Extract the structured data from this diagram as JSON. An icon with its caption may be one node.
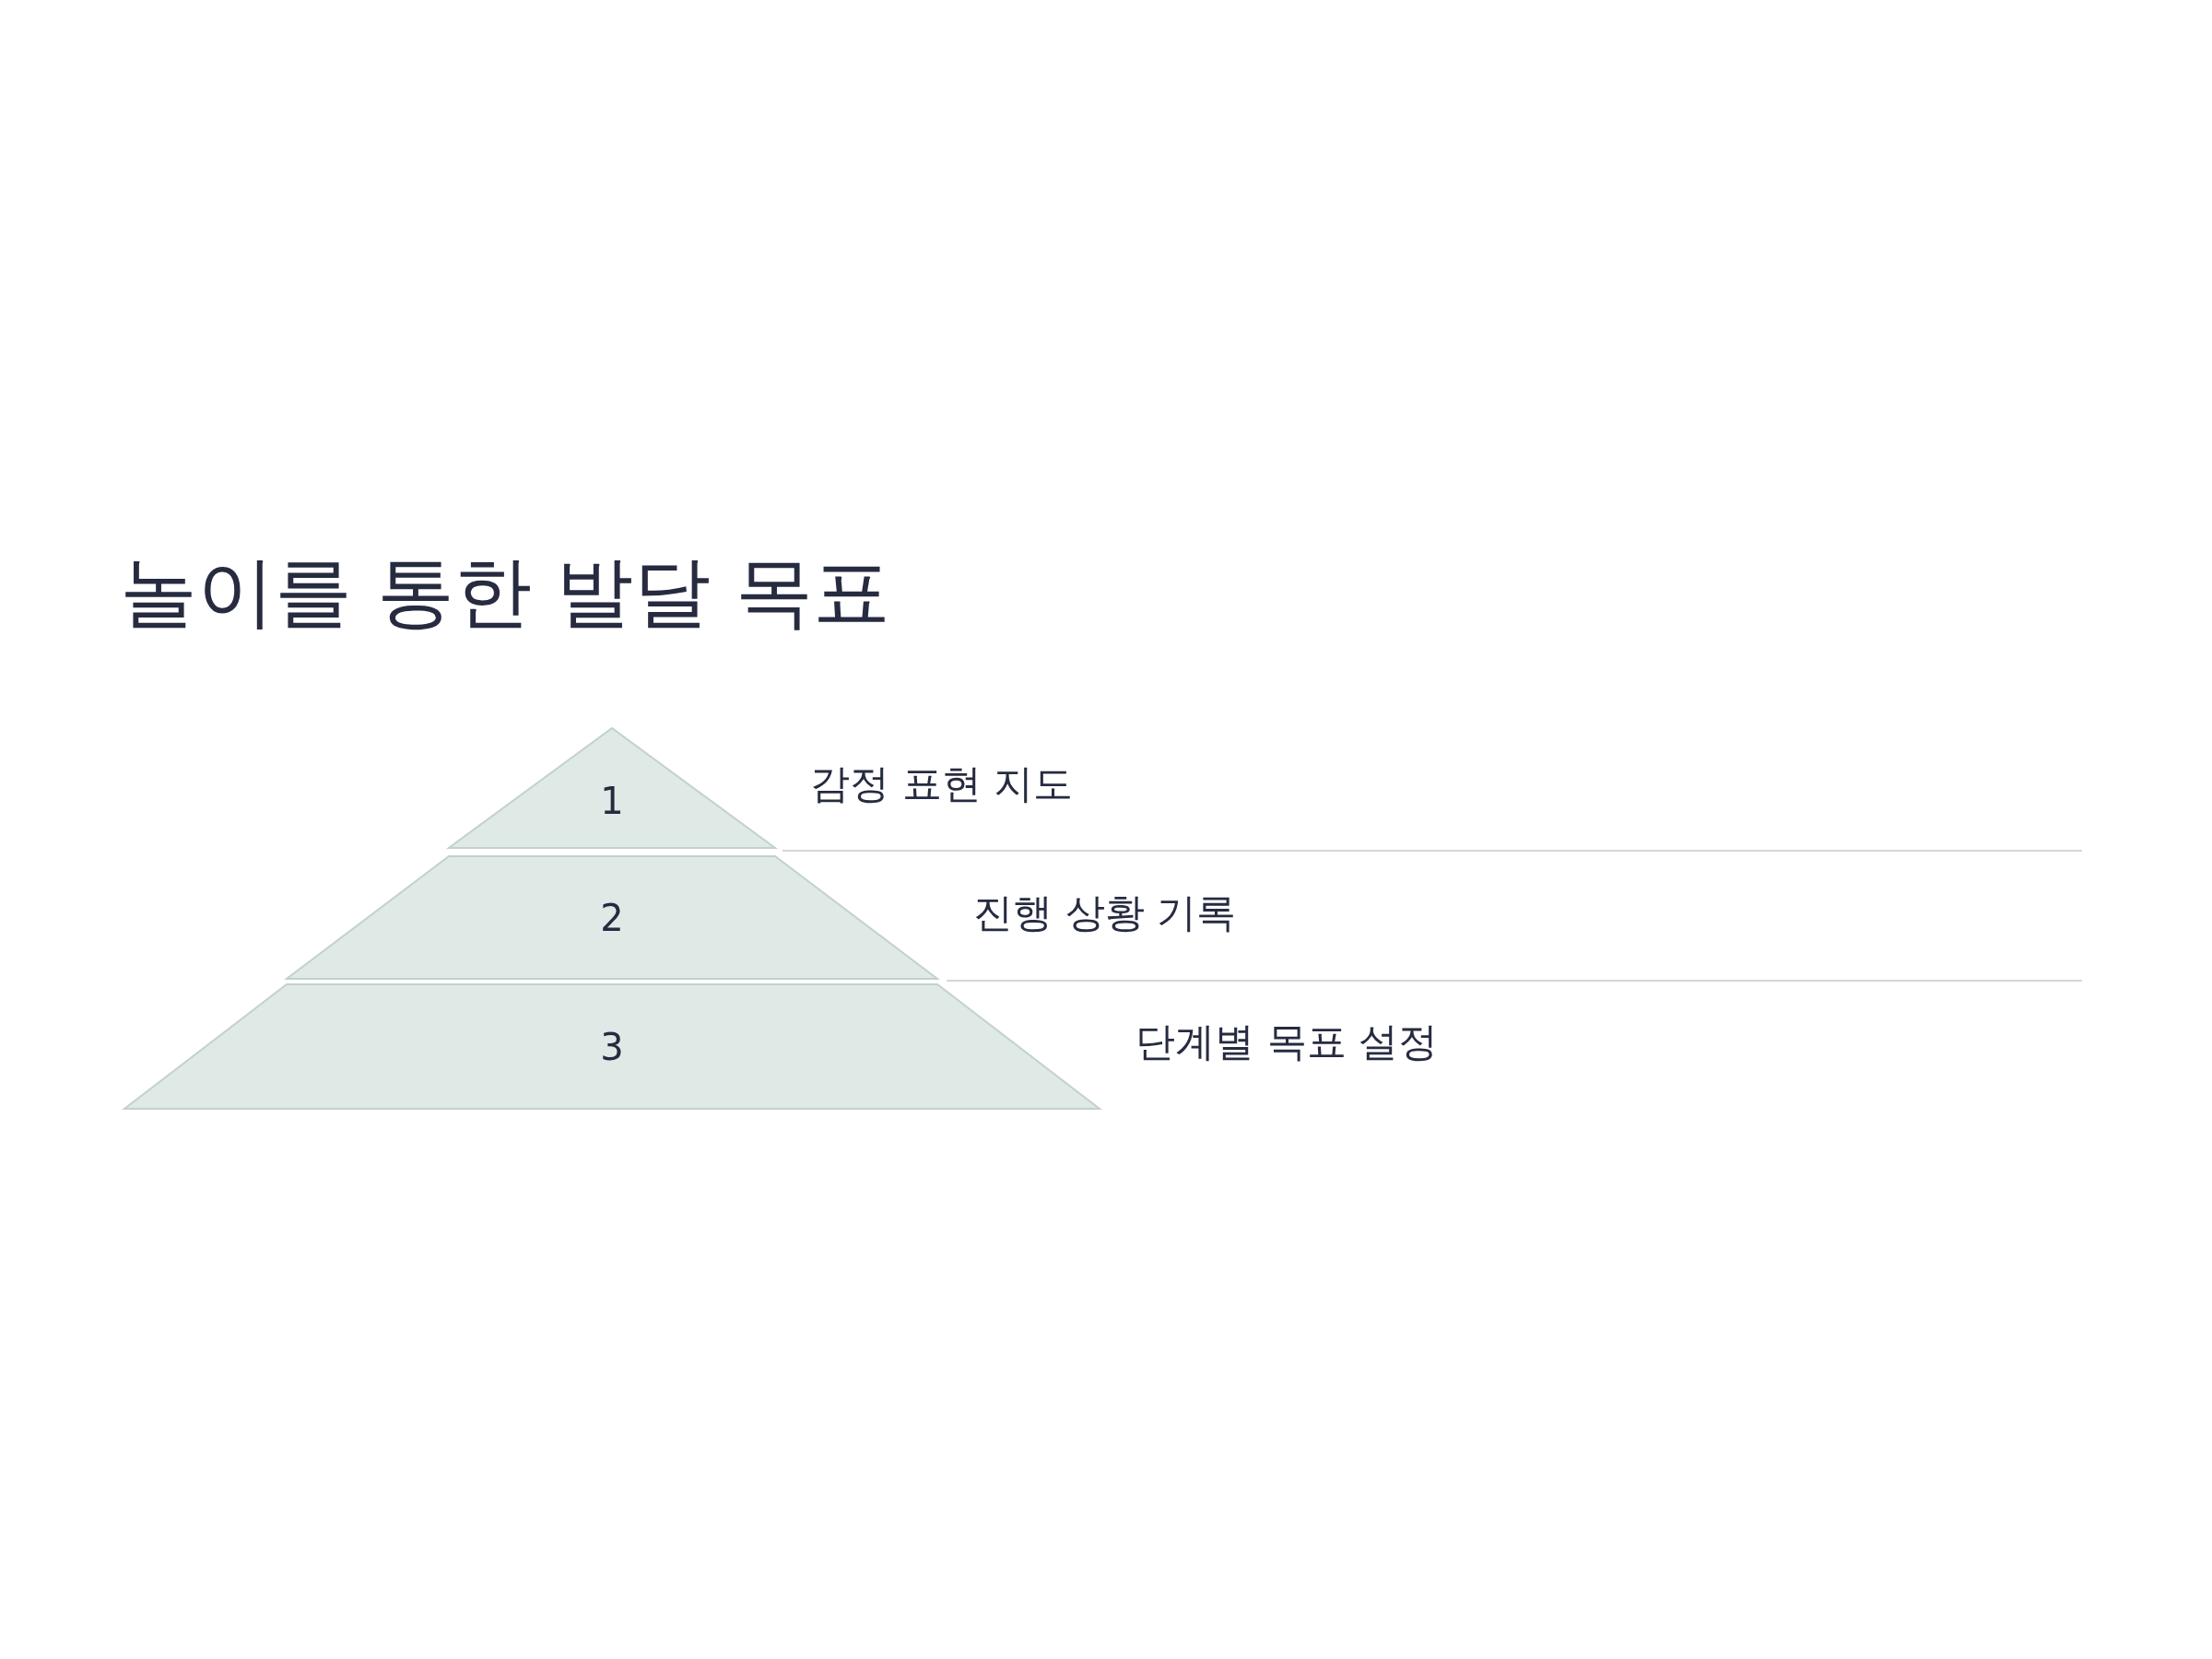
{
  "diagram": {
    "title": "놀이를 통한 발달 목표",
    "nodes": [
      {
        "text": [
          "1"
        ],
        "beside": [
          "감정 표현 지도"
        ]
      },
      {
        "text": [
          "2"
        ],
        "beside": [
          "진행 상황 기록"
        ]
      },
      {
        "text": [
          "3"
        ],
        "beside": [
          "단계별 목표 설정"
        ]
      }
    ]
  }
}
